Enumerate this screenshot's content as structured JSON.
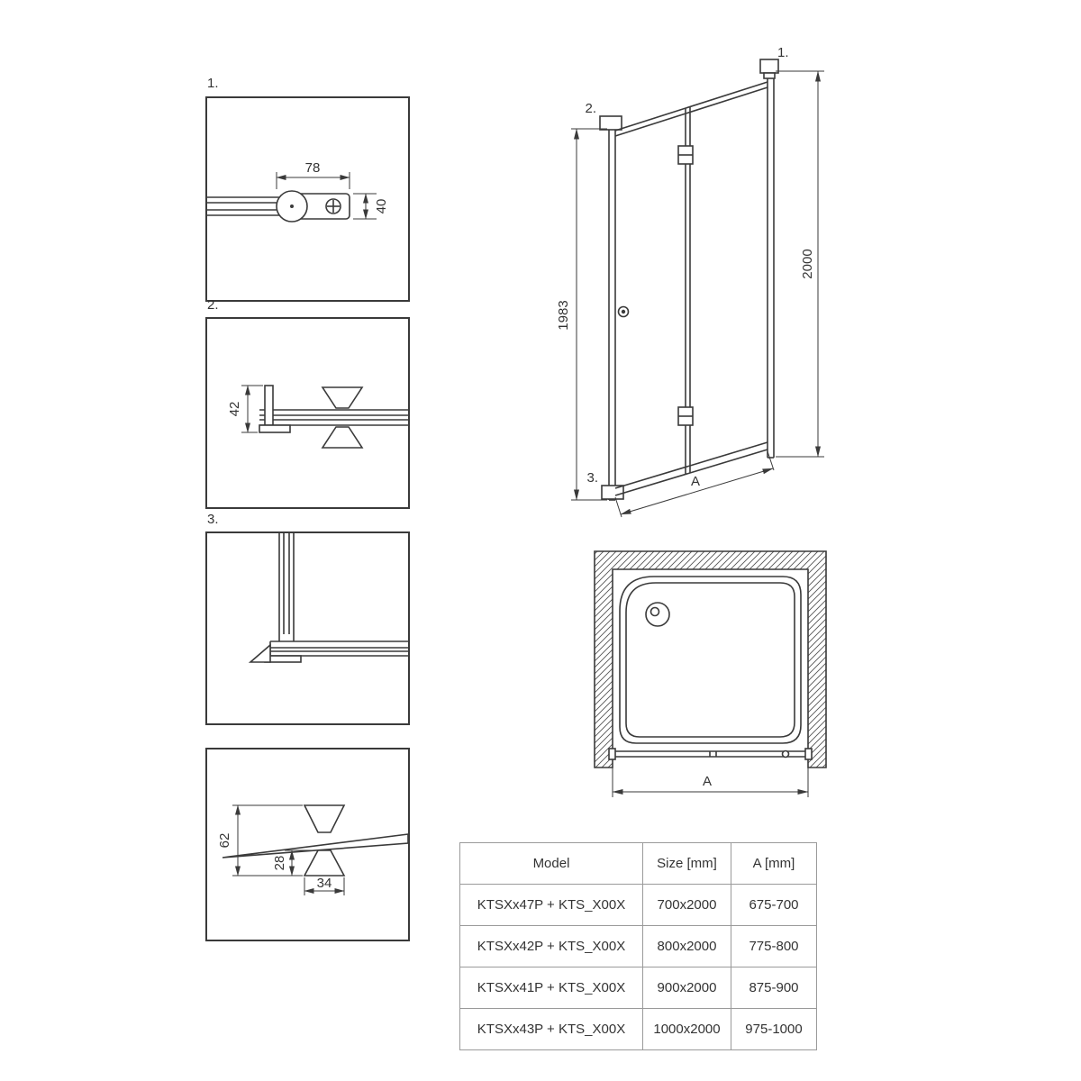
{
  "colors": {
    "line": "#3a3a3a",
    "text": "#333333",
    "table_border": "#9a9a9a"
  },
  "details": {
    "d1": {
      "label": "1.",
      "dim_width": "78",
      "dim_height": "40"
    },
    "d2": {
      "label": "2.",
      "dim_height": "42"
    },
    "d3": {
      "label": "3."
    },
    "d4": {
      "dim_total_height": "62",
      "dim_inner_height": "28",
      "dim_width": "34"
    }
  },
  "elevation": {
    "callout_top_right": "1.",
    "callout_top_left": "2.",
    "callout_bottom_left": "3.",
    "dim_door_height": "1983",
    "dim_total_height": "2000",
    "dim_width": "A"
  },
  "plan": {
    "dim_width": "A"
  },
  "spec_table": {
    "headers": {
      "model": "Model",
      "size": "Size [mm]",
      "a": "A [mm]"
    },
    "rows": [
      {
        "model": "KTSXx47P + KTS_X00X",
        "size": "700x2000",
        "a": "675-700"
      },
      {
        "model": "KTSXx42P + KTS_X00X",
        "size": "800x2000",
        "a": "775-800"
      },
      {
        "model": "KTSXx41P + KTS_X00X",
        "size": "900x2000",
        "a": "875-900"
      },
      {
        "model": "KTSXx43P + KTS_X00X",
        "size": "1000x2000",
        "a": "975-1000"
      }
    ]
  }
}
